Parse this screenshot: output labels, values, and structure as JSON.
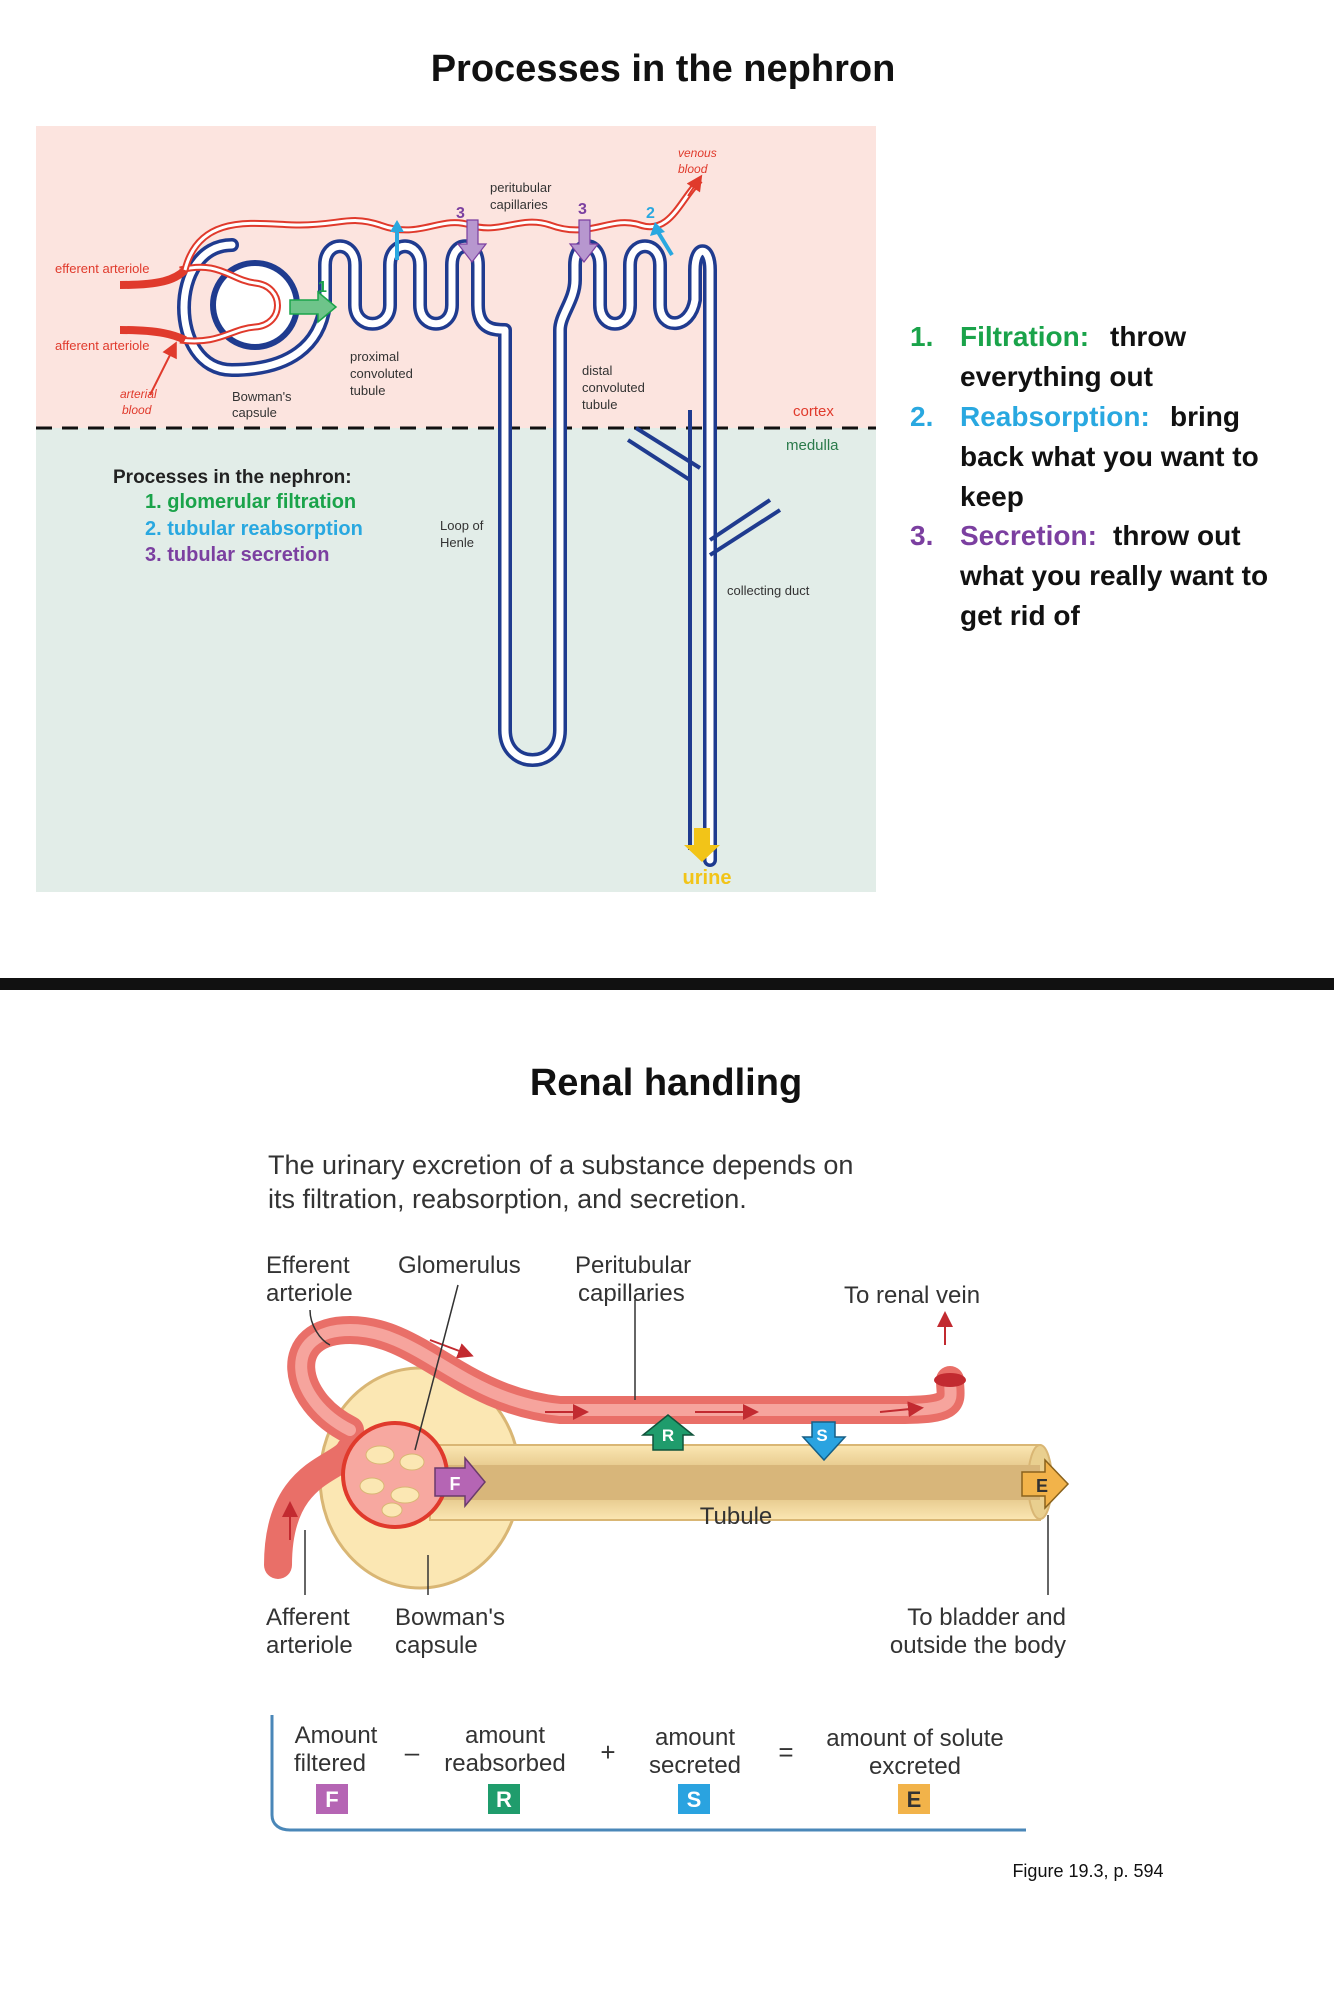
{
  "section1": {
    "title": "Processes in the nephron",
    "labels": {
      "efferent_arteriole": "efferent arteriole",
      "afferent_arteriole": "afferent arteriole",
      "arterial": "arterial",
      "blood": "blood",
      "bowmans": "Bowman's",
      "capsule": "capsule",
      "proximal": "proximal",
      "convoluted": "convoluted",
      "tubule": "tubule",
      "peritubular": "peritubular",
      "capillaries": "capillaries",
      "venous": "venous",
      "venous_blood": "blood",
      "distal": "distal",
      "distal_convoluted": "convoluted",
      "distal_tubule": "tubule",
      "cortex": "cortex",
      "medulla": "medulla",
      "loop_of": "Loop of",
      "henle": "Henle",
      "collecting_duct": "collecting duct",
      "urine": "urine",
      "num1": "1",
      "num2": "2",
      "num3": "3"
    },
    "legend": {
      "title": "Processes in the nephron:",
      "items": [
        {
          "text": "1. glomerular filtration",
          "color": "#1aa34a"
        },
        {
          "text": "2. tubular reabsorption",
          "color": "#29a8e0"
        },
        {
          "text": "3. tubular secretion",
          "color": "#7b3fa0"
        }
      ]
    },
    "side_list": [
      {
        "num": "1.",
        "term": "Filtration:",
        "rest": [
          "throw",
          "everything out"
        ],
        "color": "#1aa34a"
      },
      {
        "num": "2.",
        "term": "Reabsorption:",
        "rest": [
          "bring",
          "back what you want to",
          "keep"
        ],
        "color": "#29a8e0"
      },
      {
        "num": "3.",
        "term": "Secretion:",
        "rest": [
          "throw out",
          "what you really want to",
          "get rid of"
        ],
        "color": "#7b3fa0"
      }
    ],
    "colors": {
      "cortex_bg": "#fce4df",
      "medulla_bg": "#e2ede8",
      "tubule": "#1f3b8f",
      "vessel": "#e03a2c",
      "urine": "#f2c418"
    }
  },
  "section2": {
    "title": "Renal handling",
    "intro": [
      "The urinary excretion of a substance depends on",
      "its filtration, reabsorption, and secretion."
    ],
    "labels": {
      "efferent": "Efferent",
      "arteriole_top": "arteriole",
      "glomerulus": "Glomerulus",
      "peritubular": "Peritubular",
      "capillaries": "capillaries",
      "to_renal_vein": "To renal vein",
      "tubule": "Tubule",
      "afferent": "Afferent",
      "arteriole_bottom": "arteriole",
      "bowmans": "Bowman's",
      "capsule": "capsule",
      "to_bladder": "To bladder and",
      "outside_body": "outside the body"
    },
    "arrows": {
      "f": "F",
      "r": "R",
      "s": "S",
      "e": "E"
    },
    "equation": {
      "terms": [
        {
          "lines": [
            "Amount",
            "filtered"
          ],
          "badge": "F",
          "color": "#b565b4"
        },
        {
          "lines": [
            "amount",
            "reabsorbed"
          ],
          "badge": "R",
          "color": "#1f9c6c"
        },
        {
          "lines": [
            "amount",
            "secreted"
          ],
          "badge": "S",
          "color": "#2aa3e0"
        },
        {
          "lines": [
            "amount of solute",
            "excreted"
          ],
          "badge": "E",
          "color": "#f2b34a"
        }
      ],
      "ops": [
        "–",
        "+",
        "="
      ]
    },
    "figure_ref": "Figure 19.3, p. 594"
  }
}
